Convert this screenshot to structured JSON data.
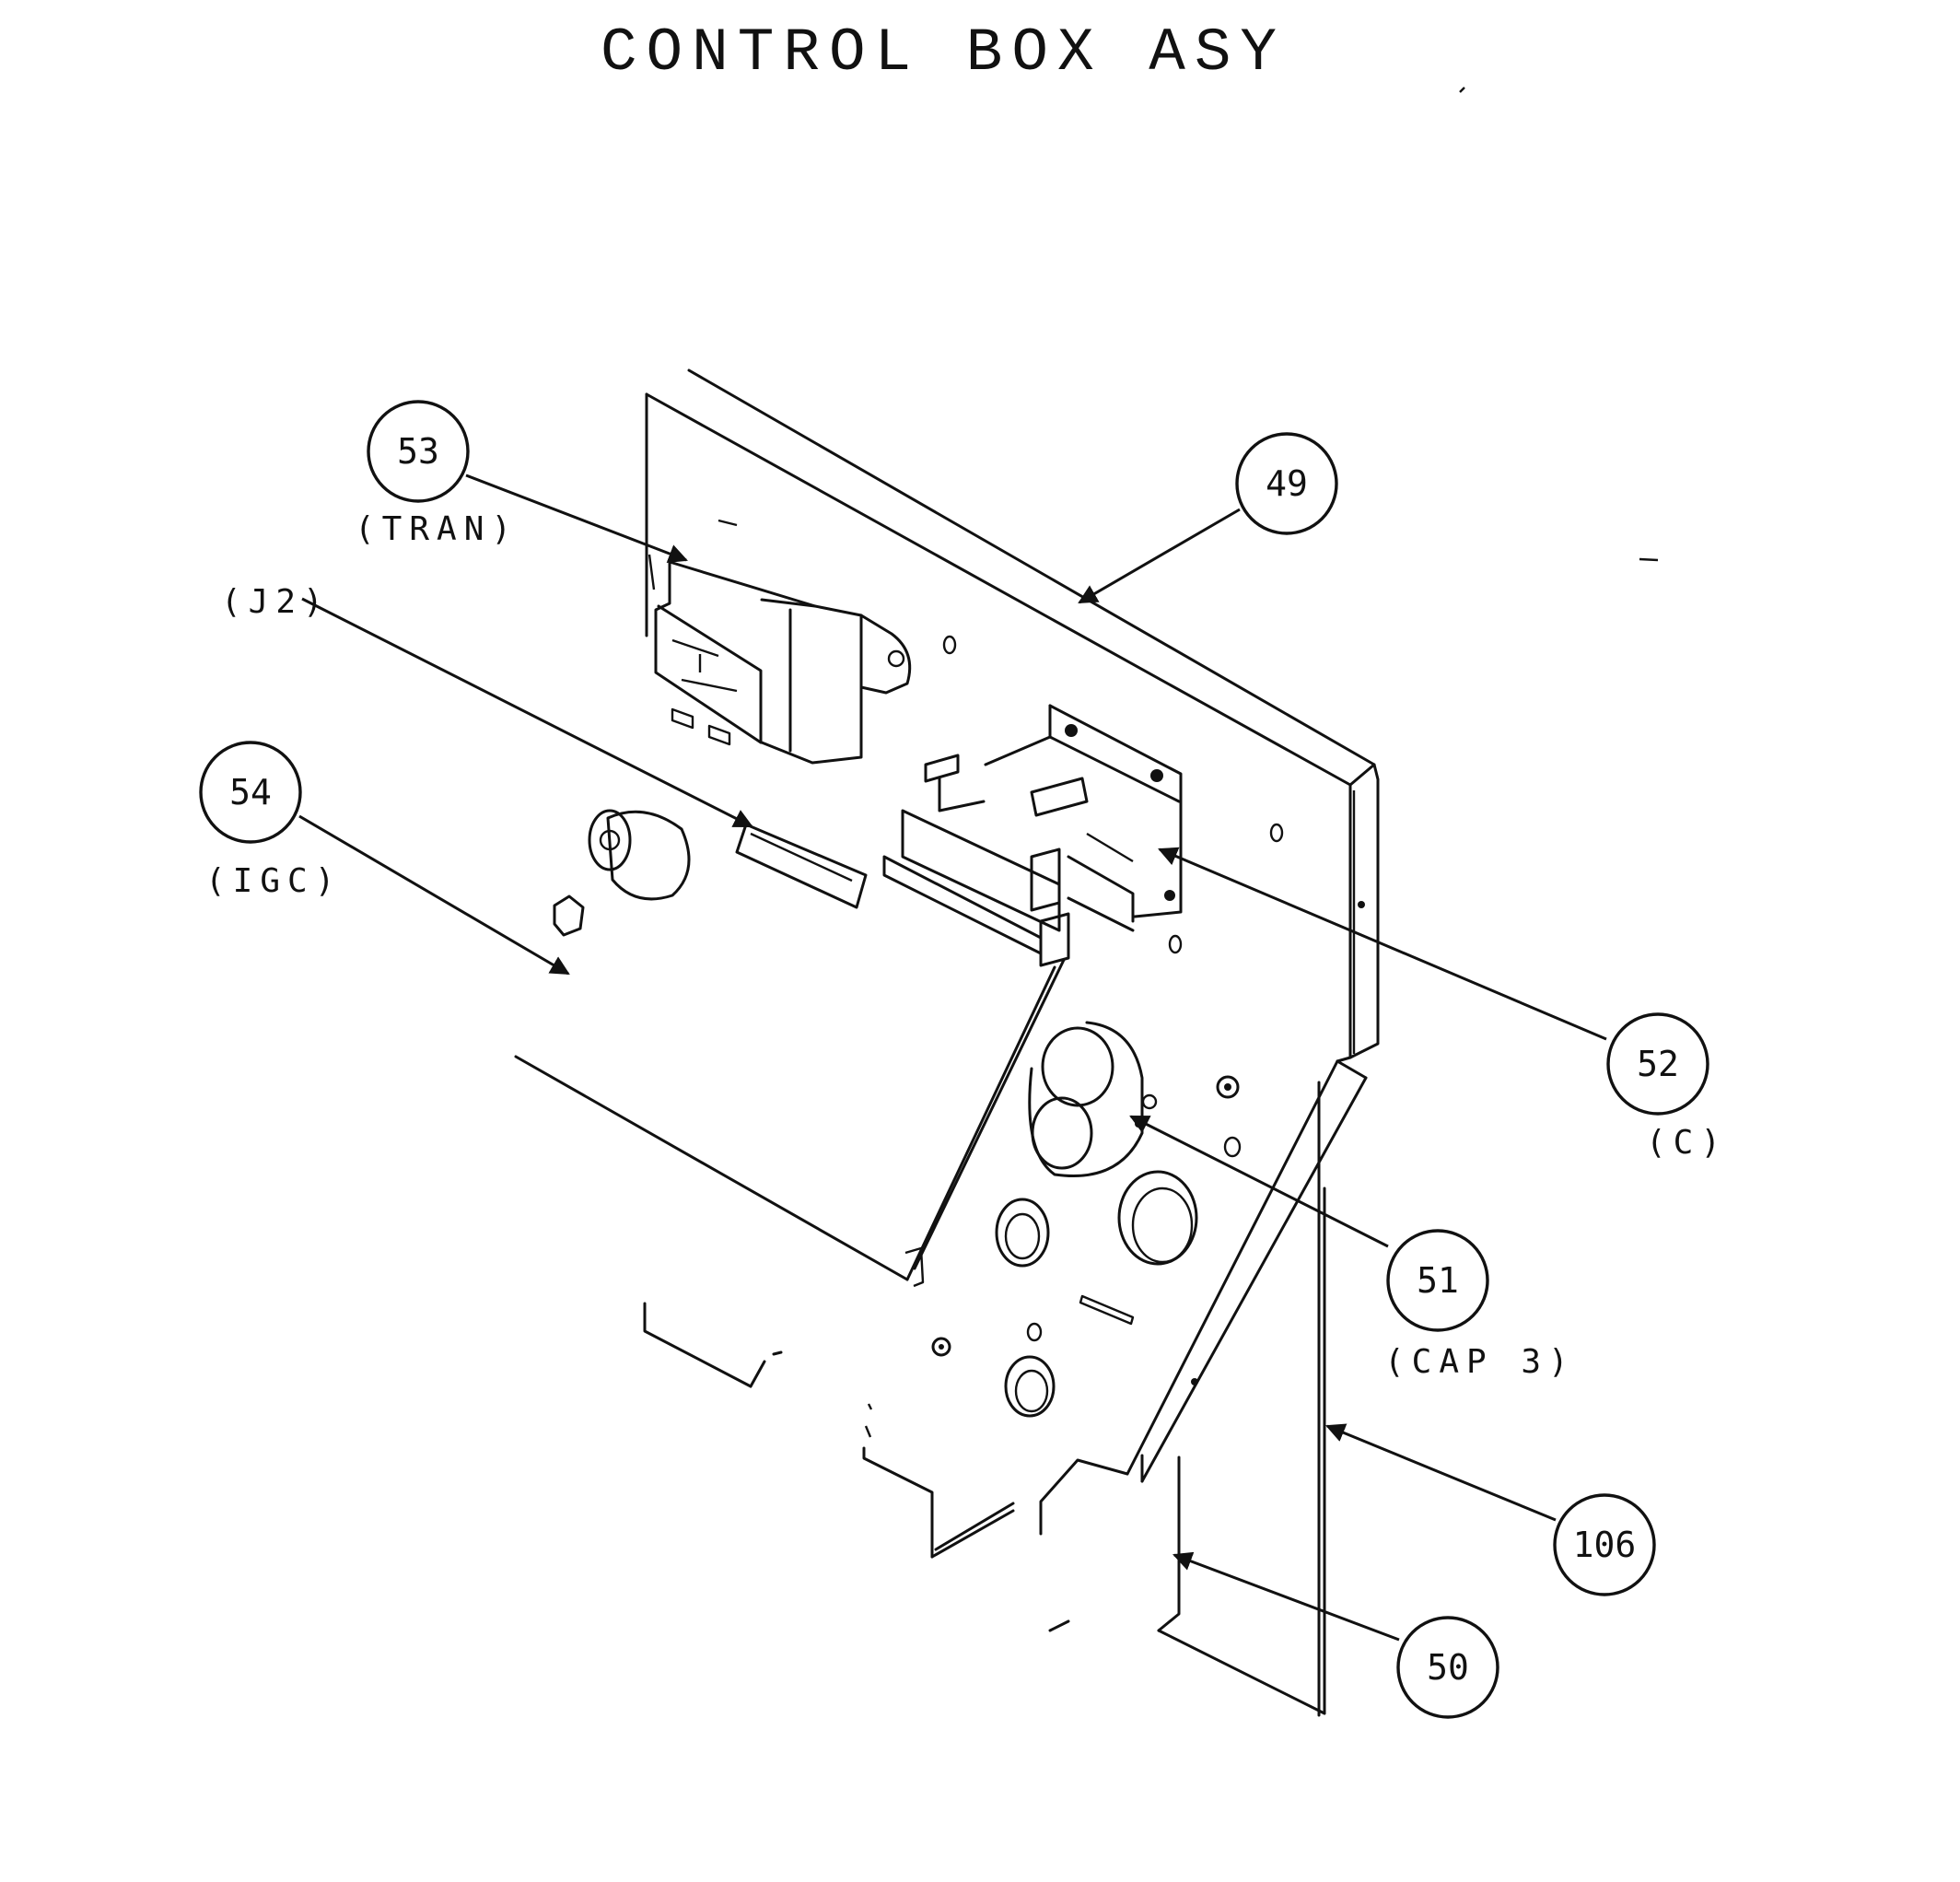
{
  "title": "CONTROL BOX ASY",
  "callouts": [
    {
      "id": "c53",
      "number": "53",
      "label": "(TRAN)"
    },
    {
      "id": "c49",
      "number": "49",
      "label": ""
    },
    {
      "id": "cj2",
      "number": "",
      "label": "(J2)"
    },
    {
      "id": "c54",
      "number": "54",
      "label": "(IGC)"
    },
    {
      "id": "c52",
      "number": "52",
      "label": "(C)"
    },
    {
      "id": "c51",
      "number": "51",
      "label": "(CAP 3)"
    },
    {
      "id": "c106",
      "number": "106",
      "label": ""
    },
    {
      "id": "c50",
      "number": "50",
      "label": ""
    }
  ],
  "colors": {
    "ink": "#111111",
    "paper": "#ffffff"
  }
}
